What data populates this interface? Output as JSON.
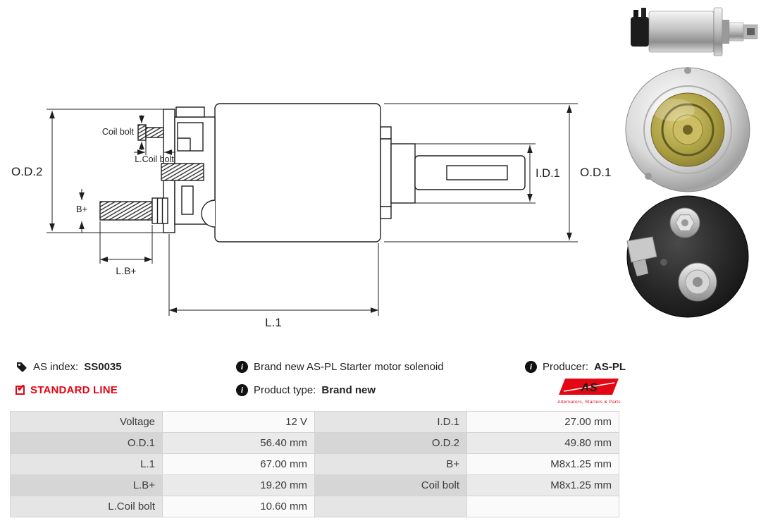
{
  "product": {
    "as_index_label": "AS index:",
    "as_index_value": "SS0035",
    "standard_line": "STANDARD LINE",
    "description": "Brand new AS-PL Starter motor solenoid",
    "product_type_label": "Product type:",
    "product_type_value": "Brand new",
    "producer_label": "Producer:",
    "producer_value": "AS-PL"
  },
  "logo": {
    "text": "AS",
    "caption": "Alternators, Starters & Parts"
  },
  "diagram": {
    "labels": {
      "od2": "O.D.2",
      "od1": "O.D.1",
      "id1": "I.D.1",
      "l1": "L.1",
      "coil_bolt": "Coil bolt",
      "l_coil_bolt": "L.Coil bolt",
      "b_plus": "B+",
      "l_b_plus": "L.B+"
    }
  },
  "spec_table": {
    "rows": [
      [
        {
          "label": "Voltage",
          "value": "12 V"
        },
        {
          "label": "I.D.1",
          "value": "27.00 mm"
        }
      ],
      [
        {
          "label": "O.D.1",
          "value": "56.40 mm"
        },
        {
          "label": "O.D.2",
          "value": "49.80 mm"
        }
      ],
      [
        {
          "label": "L.1",
          "value": "67.00 mm"
        },
        {
          "label": "B+",
          "value": "M8x1.25 mm"
        }
      ],
      [
        {
          "label": "L.B+",
          "value": "19.20 mm"
        },
        {
          "label": "Coil bolt",
          "value": "M8x1.25 mm"
        }
      ],
      [
        {
          "label": "L.Coil bolt",
          "value": "10.60 mm"
        },
        {
          "label": "",
          "value": ""
        }
      ]
    ]
  },
  "colors": {
    "accent_red": "#e30613"
  }
}
